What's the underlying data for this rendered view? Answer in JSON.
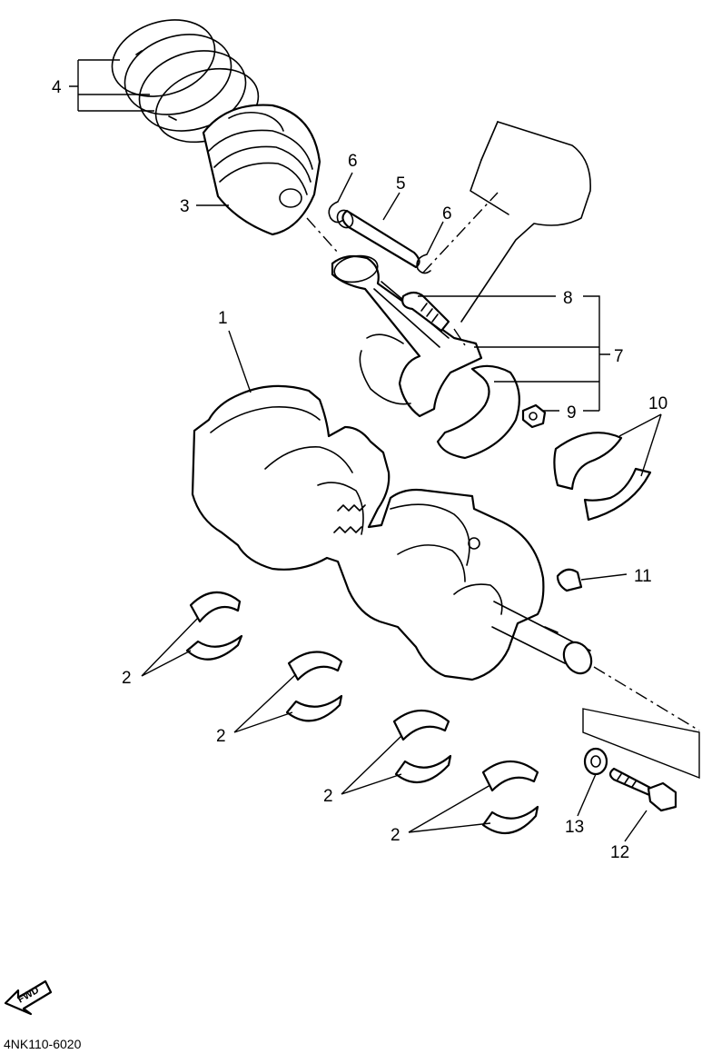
{
  "callouts": {
    "c1": "1",
    "c2a": "2",
    "c2b": "2",
    "c2c": "2",
    "c2d": "2",
    "c3": "3",
    "c4": "4",
    "c5": "5",
    "c6a": "6",
    "c6b": "6",
    "c7": "7",
    "c8": "8",
    "c9": "9",
    "c10": "10",
    "c11": "11",
    "c12": "12",
    "c13": "13"
  },
  "direction_marker": {
    "label": "FWD",
    "icon": "fwd-arrow-icon"
  },
  "diagram_code": "4NK110-6020"
}
